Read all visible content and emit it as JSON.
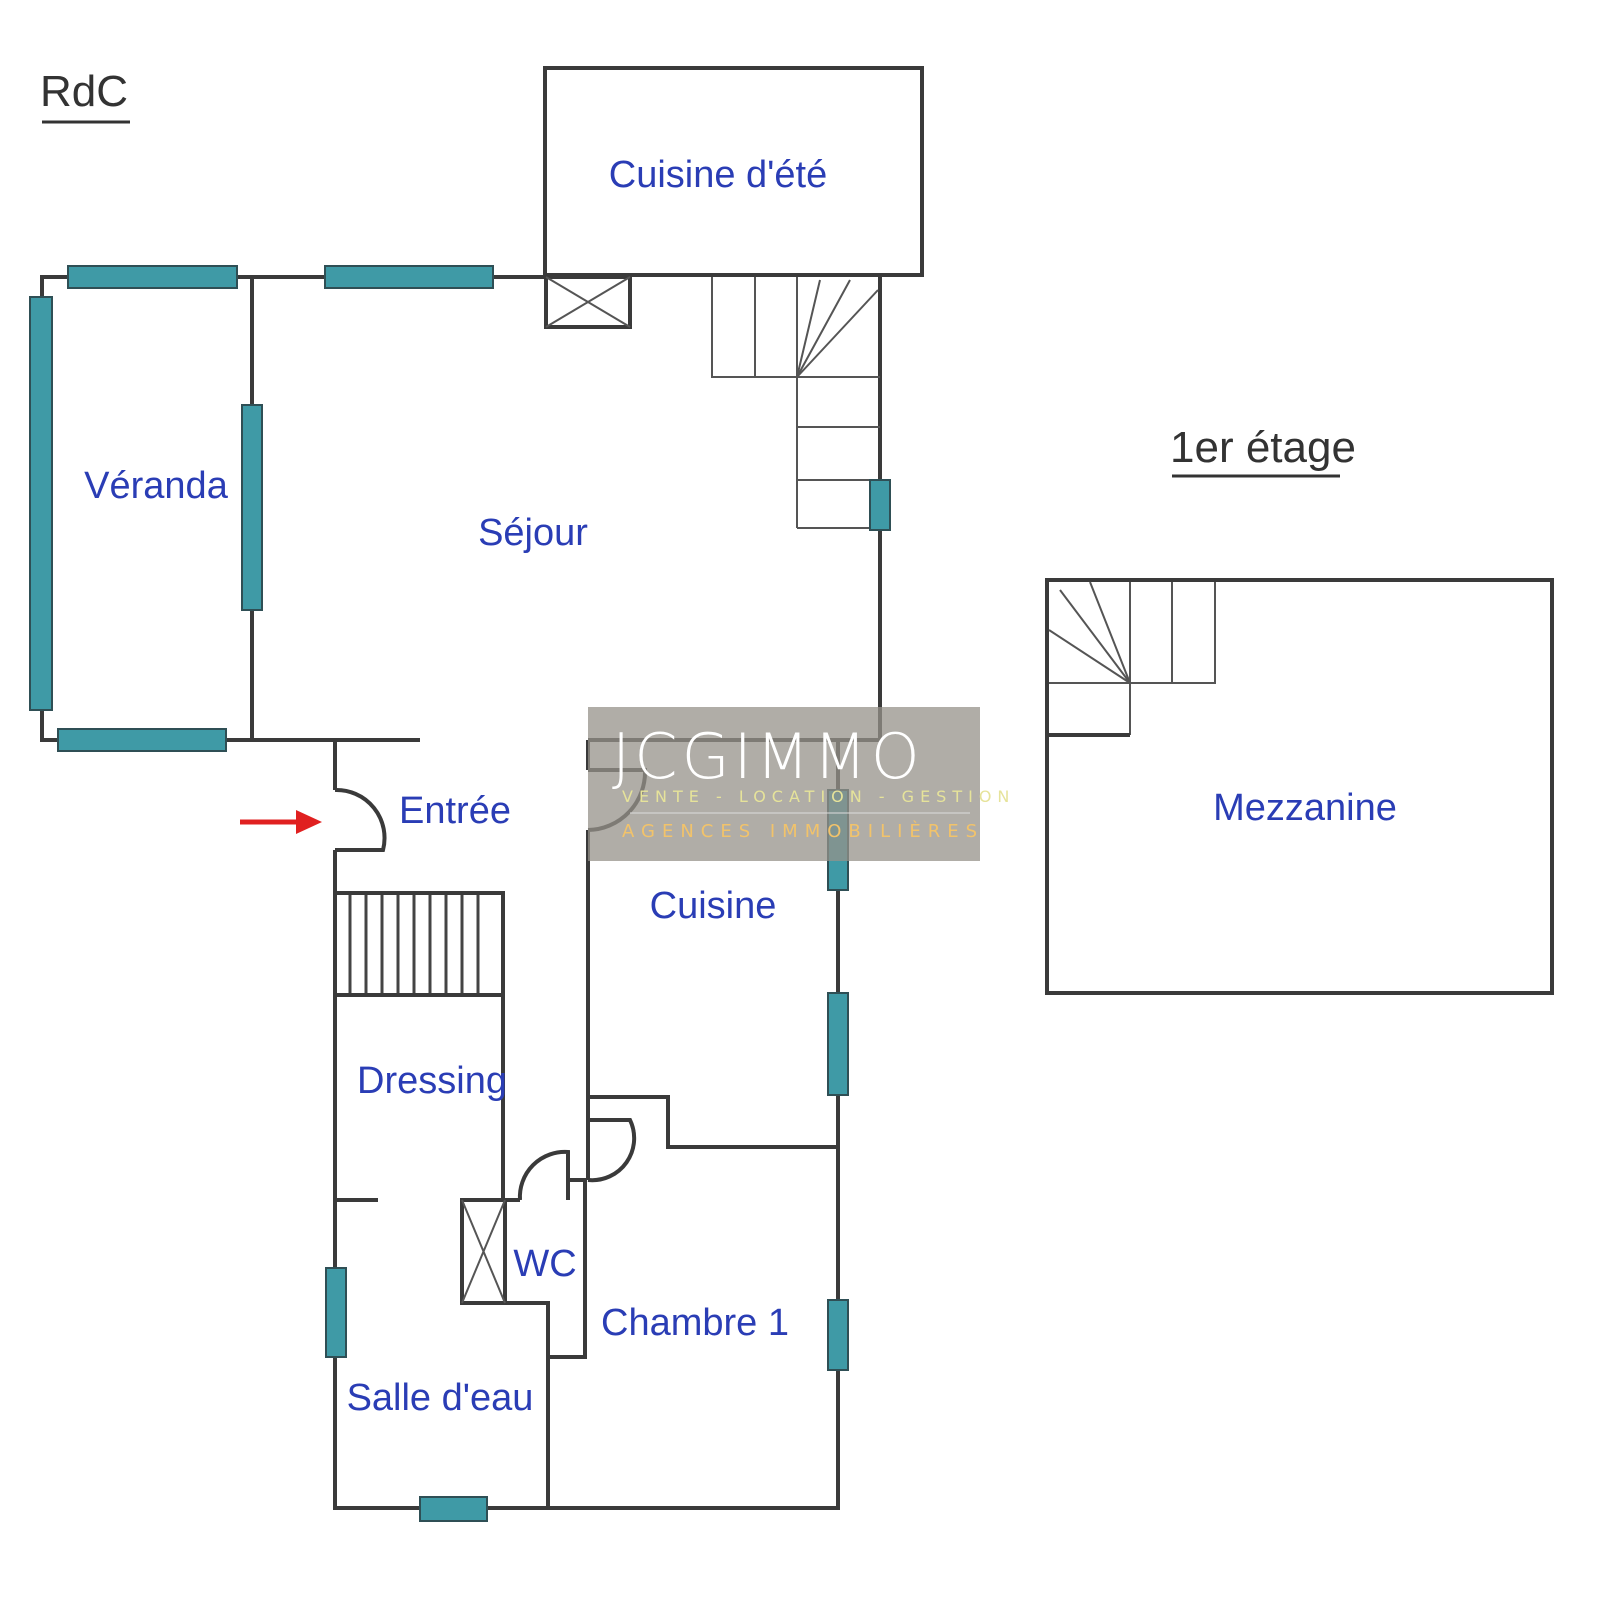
{
  "headings": {
    "ground_floor": "RdC",
    "first_floor": "1er étage"
  },
  "rooms": {
    "summer_kitchen": "Cuisine d'été",
    "veranda": "Véranda",
    "living": "Séjour",
    "entrance": "Entrée",
    "kitchen": "Cuisine",
    "dressing": "Dressing",
    "wc": "WC",
    "bedroom1": "Chambre 1",
    "shower_room": "Salle d'eau",
    "mezzanine": "Mezzanine"
  },
  "watermark": {
    "brand": "JCGIMMO",
    "tagline": "VENTE - LOCATION - GESTION",
    "subtitle": "AGENCES IMMOBILIÈRES"
  },
  "colors": {
    "wall": "#3a3a3a",
    "window": "#3f9aa6",
    "label": "#2a3db5",
    "arrow": "#e02020"
  }
}
